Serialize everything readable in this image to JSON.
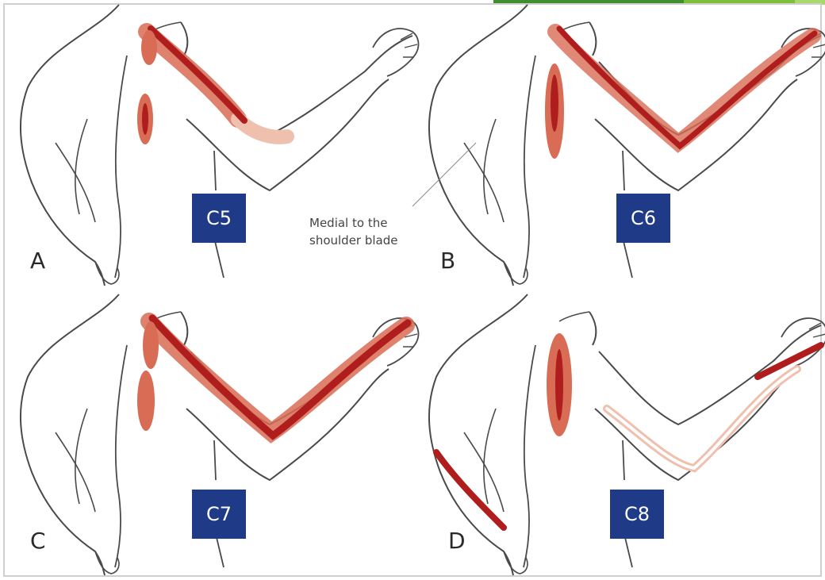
{
  "panels": [
    {
      "letter": "A",
      "nerve": "C5"
    },
    {
      "letter": "B",
      "nerve": "C6"
    },
    {
      "letter": "C",
      "nerve": "C7"
    },
    {
      "letter": "D",
      "nerve": "C8"
    }
  ],
  "annotation": {
    "line1": "Medial to the",
    "line2": "shoulder blade"
  },
  "colors": {
    "outline": "#4a4a4a",
    "pain_dark": "#b01d1d",
    "pain_mid": "#d86c55",
    "pain_light": "#efc0ae",
    "label_bg": "#1f3a86",
    "label_text": "#ffffff",
    "topbar_green": "#3f8f2e",
    "topbar_light": "#7cbf3a"
  }
}
